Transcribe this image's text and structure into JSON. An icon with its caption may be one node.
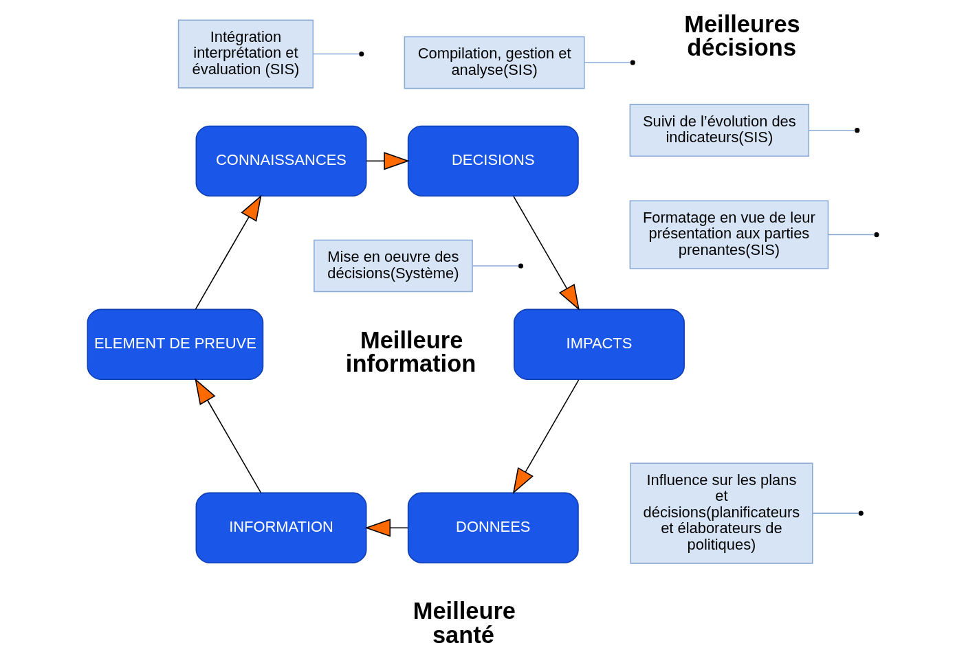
{
  "diagram": {
    "nodes": [
      {
        "text": [
          "Suivi de l’évolution des indicateurs(SIS)"
        ]
      },
      {
        "text": [
          "DONNEES"
        ]
      },
      {
        "text": [
          "Compilation, gestion et analyse(SIS)"
        ]
      },
      {
        "text": [
          "IMPACTS"
        ]
      },
      {
        "text": [
          "INFORMATION"
        ]
      },
      {
        "text": [
          "Intégration interprétation et évaluation (SIS)"
        ]
      },
      {
        "text": [
          "Mise en oeuvre des décisions(Système)"
        ]
      },
      {
        "text": [
          "DECISIONS"
        ]
      },
      {
        "text": [
          "ELEMENT DE PREUVE"
        ]
      },
      {
        "text": [
          "Influence sur les plans et décisions(planificateurs et élaborateurs de politiques)"
        ]
      },
      {
        "text": [
          "CONNAISSANCES"
        ]
      },
      {
        "text": [
          "Formatage en vue de leur présentation aux parties prenantes(SIS)"
        ]
      }
    ],
    "edges": [
      {
        "from": 1,
        "to": 4,
        "arrow": "to"
      },
      {
        "from": 4,
        "to": 8,
        "arrow": "to"
      },
      {
        "from": 8,
        "to": 10,
        "arrow": "to"
      },
      {
        "from": 10,
        "to": 7,
        "arrow": "to"
      },
      {
        "from": 7,
        "to": 3,
        "arrow": "to"
      },
      {
        "from": 3,
        "to": 1,
        "arrow": "to"
      },
      {
        "from": 2,
        "to": null,
        "arrow": "none",
        "color": "#8aaad6"
      },
      {
        "from": 5,
        "to": null,
        "arrow": "none",
        "color": "#8aaad6"
      },
      {
        "from": 11,
        "to": null,
        "arrow": "none",
        "color": "#8aaad6"
      },
      {
        "from": 9,
        "to": null,
        "arrow": "none",
        "color": "#8aaad6"
      },
      {
        "from": 6,
        "to": null,
        "arrow": "none",
        "color": "#8aaad6"
      },
      {
        "from": 0,
        "to": null,
        "arrow": "none",
        "color": "#8aaad6"
      }
    ],
    "labels": [
      "Meilleure information",
      "Meilleures décisions",
      "Meilleure santé"
    ]
  }
}
